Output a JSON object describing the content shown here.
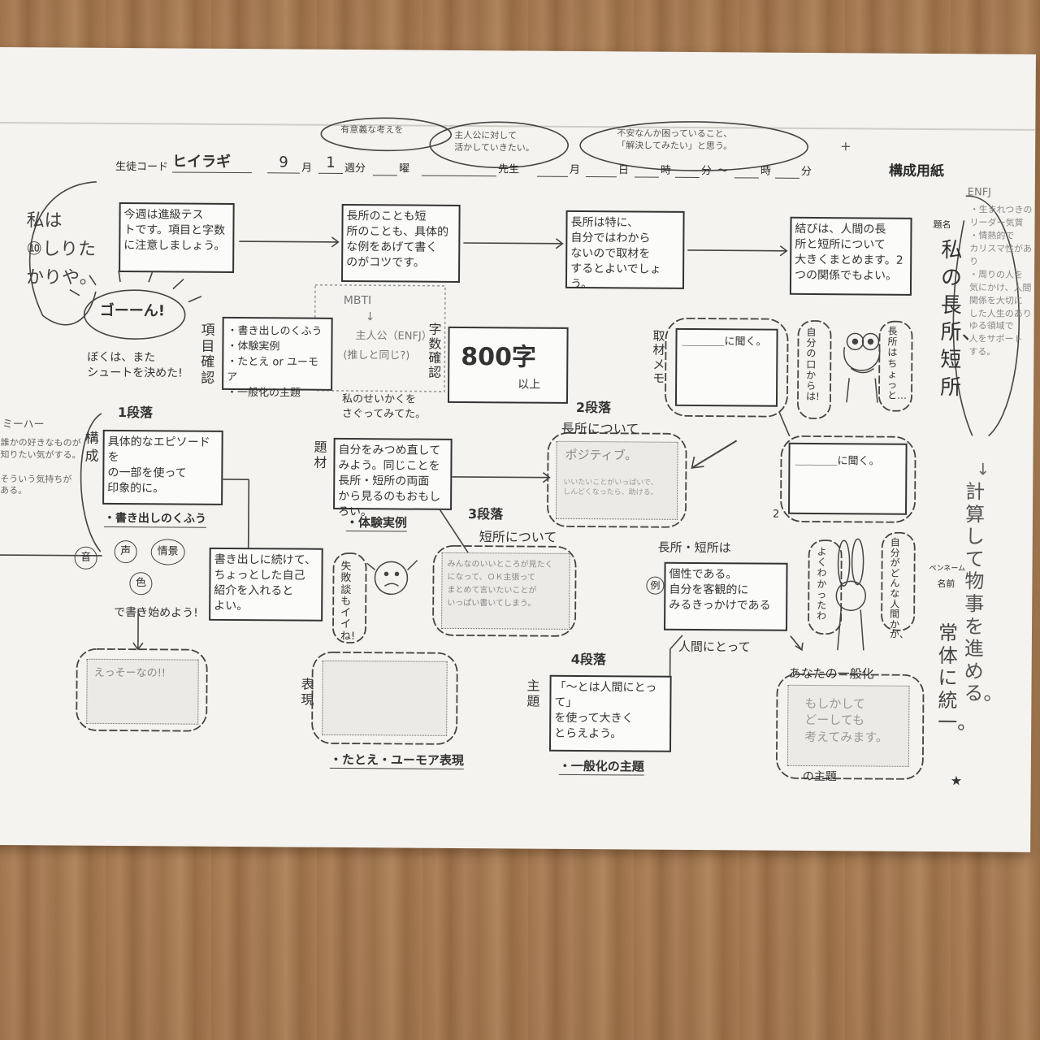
{
  "header": {
    "student_code_label": "生徒コード",
    "student_code_value": "ヒイラギ",
    "month_value": "9",
    "month_label": "月",
    "week_value": "1",
    "week_label": "週分",
    "day_label": "曜",
    "teacher_label": "先生",
    "date_month_label": "月",
    "date_day_label": "日",
    "hour_label": "時",
    "minute_label": "分",
    "tilde": "～",
    "hour_label_2": "時",
    "minute_label_2": "分",
    "sheet_title": "構成用紙",
    "top_note_1": "有意義な考えを",
    "top_note_2": "主人公に対して\n活かしていきたい。",
    "top_note_3": "不安なんか困っていること、\n「解決してみたい」と思う。",
    "plus": "+"
  },
  "instructions": {
    "box1": "今週は進級テス\nトです。項目と字数\nに注意しましょう。",
    "box2": "長所のことも短\n所のことも、具体的\nな例をあげて書く\nのがコツです。",
    "box3": "長所は特に、\n自分ではわから\nないので取材を\nするとよいでしょう。",
    "box4": "結びは、人間の長\n所と短所について\n大きくまとめます。2\nつの関係でもよい。"
  },
  "check_items": {
    "label": "項目確認",
    "items": [
      "・書き出しのくふう",
      "・体験実例",
      "・たとえ or ユーモア",
      "・一般化の主題"
    ]
  },
  "mbti": {
    "title": "MBTI",
    "arrow": "↓",
    "line2": "主人公（ENFJ）",
    "line3": "(推しと同じ?)",
    "below": "私のせいかくを\nさぐってみてた。"
  },
  "word_count": {
    "label": "字数確認",
    "count": "800字",
    "suffix": "以上"
  },
  "left_margin": {
    "big_note": "私は\n⑩しりた\nかりや。",
    "burst": "ゴーーん!",
    "goal_note": "ぼくは、また\nシュートを決めた!",
    "side_note_title": "ミーハー",
    "side_note": "誰かの好きなものが\n知りたい気がする。\n\nそういう気持ちが\nある。",
    "composition_label": "構成",
    "sound": "音",
    "voice": "声",
    "scene": "情景",
    "color": "色",
    "start_with": "で書き始めよう!"
  },
  "paragraph1": {
    "heading": "1段落",
    "box": "具体的なエピソードを\nの一部を使って\n印象的に。",
    "tag": "・書き出しのくふう",
    "note_box": "書き出しに続けて、\nちょっとした自己\n紹介を入れると\nよい。",
    "draft": "えっそーなの!!"
  },
  "material": {
    "label": "題材",
    "box": "自分をみつめ直して\nみよう。同じことを\n長所・短所の両面\nから見るのもおもしろい。",
    "tag": "・体験実例"
  },
  "paragraph2": {
    "heading": "2段落",
    "subtitle": "長所について",
    "draft_main": "ポジティブ。",
    "draft_sub": "いいたいことがいっぱいで、\nしんどくなったら、助ける。"
  },
  "paragraph3": {
    "heading": "3段落",
    "subtitle": "短所について",
    "draft": "みんなのいいところが見たく\nになって、ＯＫ主張って\nまとめて言いたいことが\nいっぱい書いてしまう。",
    "failure_note": "失敗談\nもイイね!"
  },
  "expression": {
    "label": "表現",
    "tag": "・たとえ・ユーモア表現"
  },
  "interview": {
    "label": "取材メモ",
    "bubble1": "＿＿＿＿に聞く。",
    "bubble2": "＿＿＿＿に聞く。",
    "bubble2_num": "2",
    "frog_speech_1": "自分の口からは!",
    "frog_speech_2": "長所はちょっと…",
    "rabbit_speech_1": "よくわかったわ",
    "rabbit_speech_2": "自分がどんな人間かが、"
  },
  "paragraph4": {
    "heading": "4段落",
    "strengths_title": "長所・短所は",
    "example_mark": "例",
    "box": "個性である。\n自分を客観的に\nみるきっかけである",
    "human": "人間にとって",
    "theme_label": "主題",
    "theme_box": "「～とは人間にとって」\nを使って大きく\nとらえよう。",
    "tag": "・一般化の主題"
  },
  "generalization": {
    "title": "あなたの一般化",
    "draft": "もしかして\nどーしても\n考えてみます。",
    "suffix": "の主題"
  },
  "right_panel": {
    "title_label": "題名",
    "title": "私の長所、短所",
    "arrow": "↓",
    "note": "計算して物事を進める。",
    "pen_label": "ペンネーム",
    "name_label": "名前",
    "unify": "常体に統一。",
    "star": "★",
    "enfj": "ENFJ",
    "enfj_note": "・生まれつきの\nリーダー気質\n・情熱的で\nカリスマ性があり\n・周りの人を\n気にかけ、人間\n関係を大切に\nした人生のあり\nゆる領域で\n人をサポート\nする。"
  }
}
